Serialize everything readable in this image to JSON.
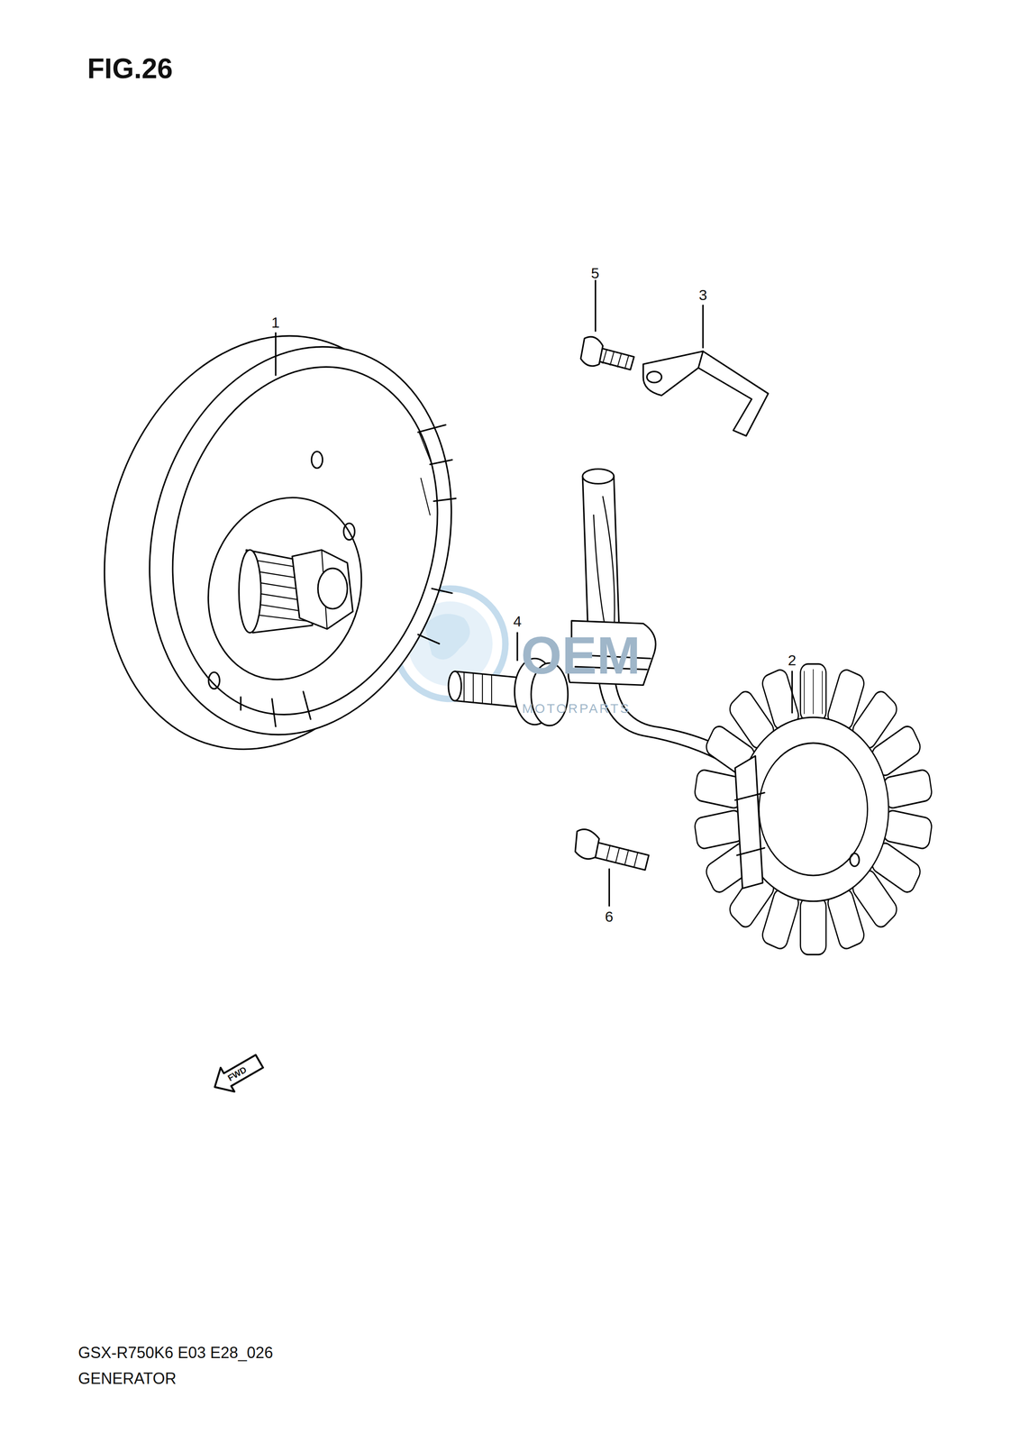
{
  "diagram": {
    "title": "FIG.26",
    "labels": [
      "1",
      "2",
      "3",
      "4",
      "5",
      "6",
      "FWD",
      "OEM",
      "MOTORPARTS",
      "GSX-R750K6 E03 E28_026",
      "GENERATOR"
    ]
  }
}
